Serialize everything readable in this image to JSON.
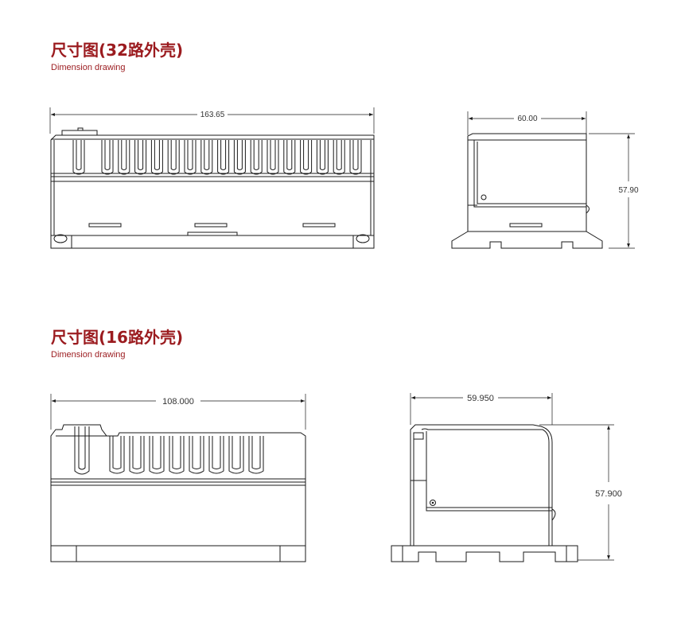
{
  "section32": {
    "title": "尺寸图(32路外壳)",
    "subtitle": "Dimension drawing",
    "front_width": "163.65",
    "side_width": "60.00",
    "side_height": "57.90"
  },
  "section16": {
    "title": "尺寸图(16路外壳)",
    "subtitle": "Dimension drawing",
    "front_width": "108.000",
    "side_width": "59.950",
    "side_height": "57.900"
  }
}
